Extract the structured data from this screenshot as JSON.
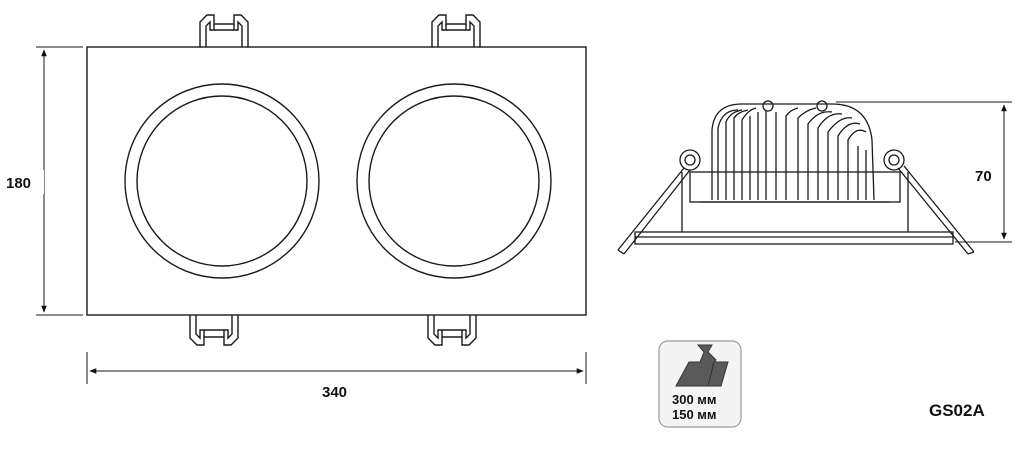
{
  "dimensions": {
    "height_label": "180",
    "width_label": "340",
    "depth_label": "70"
  },
  "cutout_badge": {
    "line1": "300 мм",
    "line2": "150 мм",
    "icon": "ceiling-cutout-icon"
  },
  "model_label": "GS02A",
  "colors": {
    "line": "#1a1a1a",
    "badge_border": "#9a9a9a",
    "badge_fill": "#f4f4f4"
  }
}
